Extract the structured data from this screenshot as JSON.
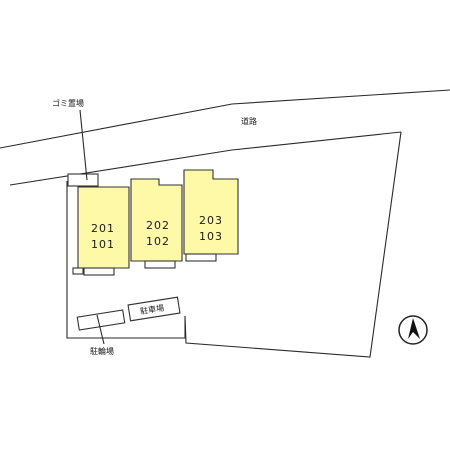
{
  "labels": {
    "road": "道路",
    "garbage": "ゴミ置場",
    "parking": "駐車場",
    "bicycle": "駐輪場"
  },
  "buildings": [
    {
      "upper": "201",
      "lower": "101"
    },
    {
      "upper": "202",
      "lower": "102"
    },
    {
      "upper": "203",
      "lower": "103"
    }
  ],
  "north_icon": "north-arrow-icon",
  "colors": {
    "building_fill": "#fdf9a6",
    "line": "#2a2a2a"
  }
}
